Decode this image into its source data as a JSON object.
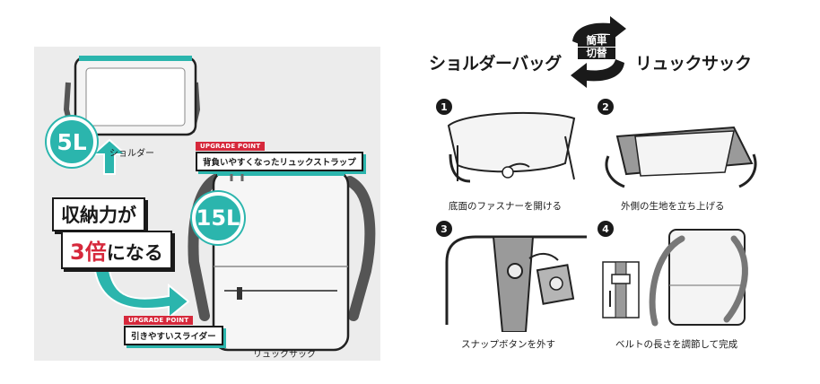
{
  "left_panel": {
    "badge_small": "5L",
    "badge_large": "15L",
    "label_shoulder": "ショルダー",
    "label_backpack": "リュックサック",
    "upgrade_tag": "UPGRADE POINT",
    "upgrade_strap": "背負いやすくなったリュックストラップ",
    "upgrade_slider": "引きやすいスライダー",
    "capacity_line1": "収納力が",
    "capacity_number": "3倍",
    "capacity_line2_suffix": "になる"
  },
  "right_panel": {
    "title_left": "ショルダーバッグ",
    "title_right": "リュックサック",
    "swap_line1": "簡単",
    "swap_line2": "切替",
    "steps": [
      {
        "num": "1",
        "caption": "底面のファスナーを開ける"
      },
      {
        "num": "2",
        "caption": "外側の生地を立ち上げる"
      },
      {
        "num": "3",
        "caption": "スナップボタンを外す"
      },
      {
        "num": "4",
        "caption": "ベルトの長さを調節して完成"
      }
    ]
  },
  "colors": {
    "accent": "#2bb5ad",
    "upgrade_red": "#d6283b",
    "ink": "#1a1a1a",
    "panel_bg": "#ececec"
  }
}
